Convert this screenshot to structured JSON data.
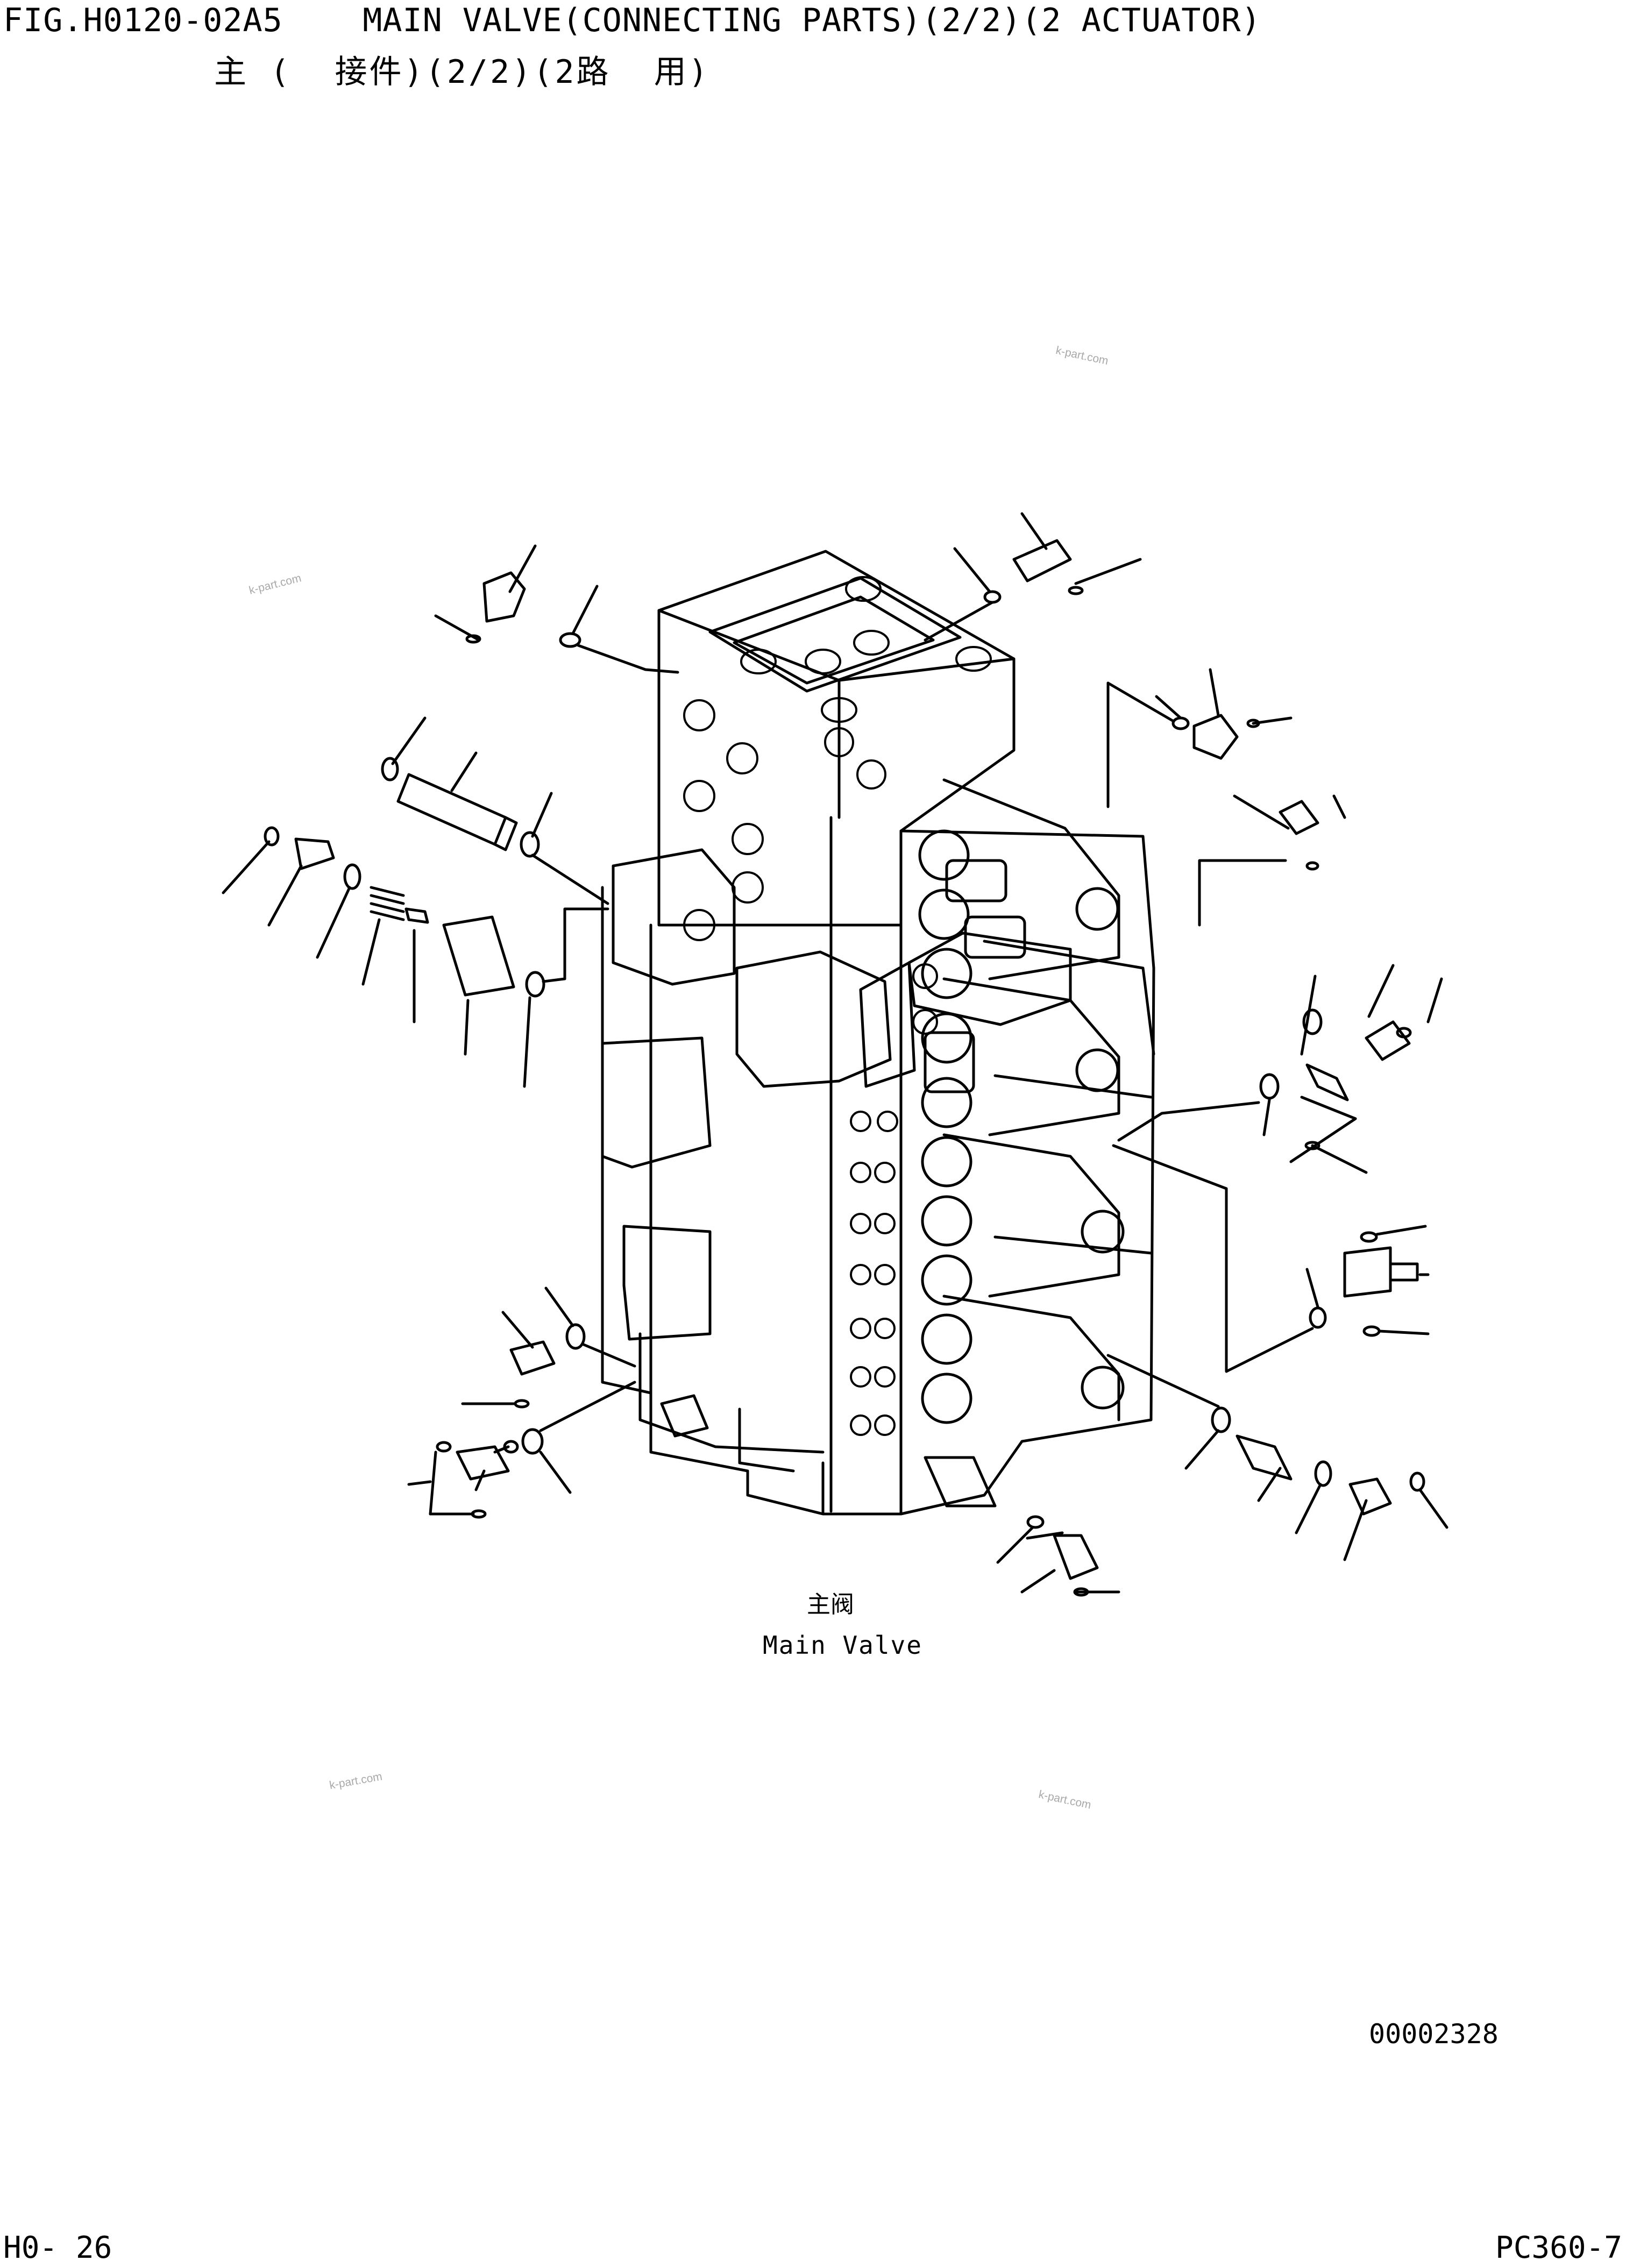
{
  "title": "FIG.H0120-02A5    MAIN VALVE(CONNECTING PARTS)(2/2)(2 ACTUATOR)",
  "subtitle": "主 (  接件)(2/2)(2路  用)",
  "caption": {
    "zh": "主阀",
    "en": "Main Valve"
  },
  "image_id": "00002328",
  "page_number": "H0- 26",
  "model": "PC360-7",
  "watermarks": [
    "k-part.com",
    "k-part.com",
    "k-part.com",
    "k-part.com"
  ],
  "colors": {
    "ink": "#000000",
    "paper": "#ffffff",
    "watermark": "#a9a9a9"
  }
}
